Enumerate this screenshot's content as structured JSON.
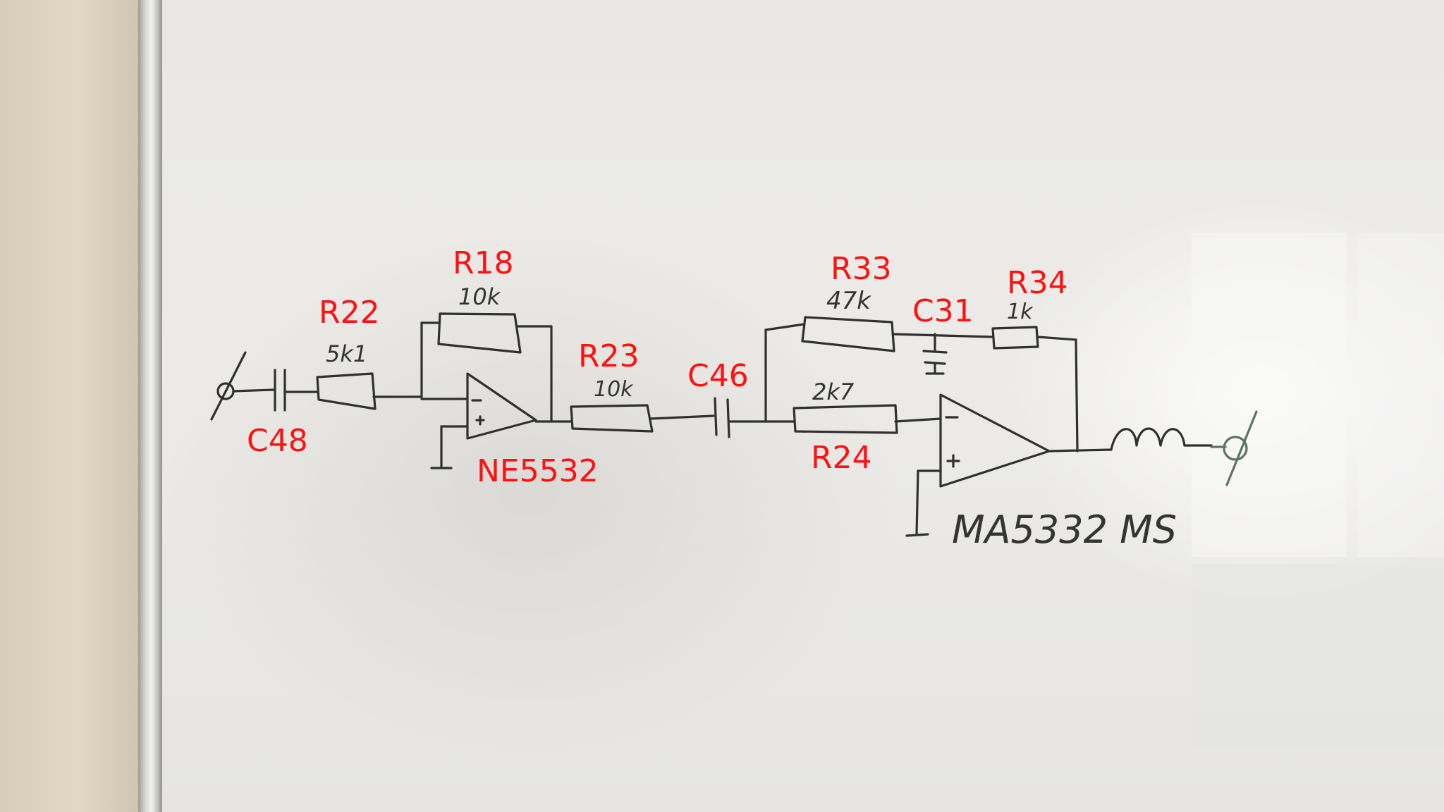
{
  "annotations": {
    "R18": "R18",
    "R22": "R22",
    "R23": "R23",
    "R24": "R24",
    "R33": "R33",
    "R34": "R34",
    "C31": "C31",
    "C46": "C46",
    "C48": "C48",
    "NE5532": "NE5532"
  },
  "handwritten": {
    "r18_value": "10k",
    "r22_value": "5k1",
    "r23_value": "10k",
    "r24_value": "2k7",
    "r33_value": "47k",
    "r34_value": "1k",
    "opamp2_label": "MA5332 MS"
  },
  "colors": {
    "annotation": "#ff1111",
    "ink": "#2f3030",
    "output_ink": "#5c7560"
  }
}
